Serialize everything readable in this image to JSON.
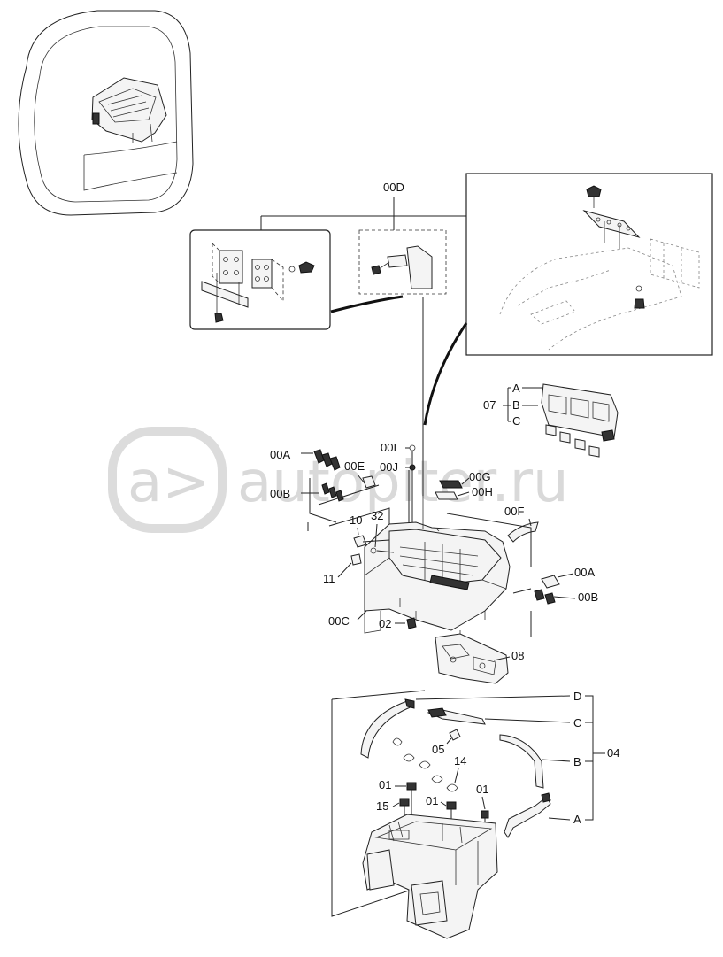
{
  "watermark": {
    "text": "autopiter.ru",
    "logo": "a>"
  },
  "labels": {
    "d00D": "00D",
    "d07": "07",
    "d07A": "A",
    "d07B": "B",
    "d07C": "C",
    "d00A_left": "00A",
    "d00E": "00E",
    "d00B_left": "00B",
    "d00I": "00I",
    "d00J": "00J",
    "d00G": "00G",
    "d00H": "00H",
    "d00F": "00F",
    "d10": "10",
    "d32": "32",
    "d11": "11",
    "d00A_right": "00A",
    "d00B_right": "00B",
    "d00C": "00C",
    "d02": "02",
    "d08": "08",
    "d04D": "D",
    "d04C": "C",
    "d04B": "B",
    "d04A": "A",
    "d04": "04",
    "d05": "05",
    "d14": "14",
    "d01a": "01",
    "d01b": "01",
    "d01c": "01",
    "d15": "15"
  }
}
